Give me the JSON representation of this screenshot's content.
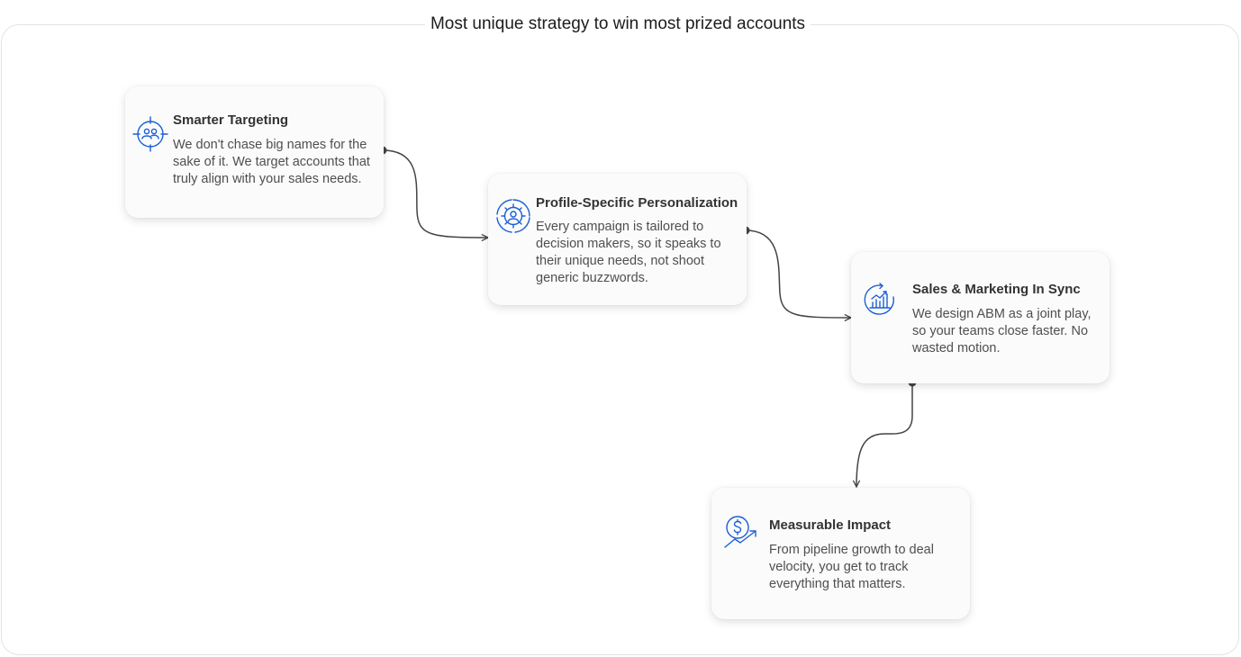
{
  "title": "Most unique strategy to win most prized accounts",
  "colors": {
    "icon": "#1a5fd6",
    "connector": "#444444",
    "card_bg": "#fbfbfb",
    "frame_border": "#e3e3e3"
  },
  "steps": [
    {
      "icon": "target-people-icon",
      "title": "Smarter Targeting",
      "description": "We don't chase big names for the sake of it. We target accounts that truly align with your sales needs."
    },
    {
      "icon": "gear-person-icon",
      "title": "Profile-Specific Personalization",
      "description": "Every campaign is tailored to decision makers, so it speaks to their unique needs, not shoot generic buzzwords."
    },
    {
      "icon": "chart-sync-icon",
      "title": "Sales & Marketing In Sync",
      "description": "We design ABM as a joint play, so your teams close faster. No wasted motion."
    },
    {
      "icon": "dollar-growth-icon",
      "title": "Measurable Impact",
      "description": "From pipeline growth to deal velocity, you get to track everything that matters."
    }
  ]
}
